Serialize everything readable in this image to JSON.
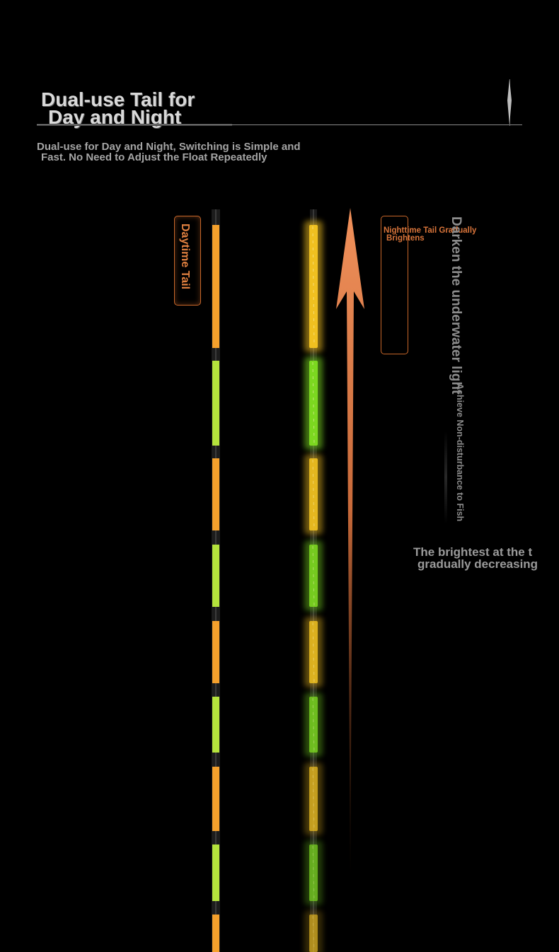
{
  "header": {
    "title_line1": "Dual-use Tail for",
    "title_line2": "Day and Night"
  },
  "subtitle": {
    "line1": "Dual-use for Day and Night, Switching is Simple and",
    "line2": "Fast. No Need to Adjust the Float Repeatedly"
  },
  "labels": {
    "daytime_tail": "Daytime Tail",
    "nighttime_line1": "Nighttime Tail Gradually",
    "nighttime_line2": "Brightens",
    "darken": "Darken the underwater light",
    "achieve": "Achieve Non-disturbance to Fish",
    "brightest_line1": "The brightest at the t",
    "brightest_line2": "gradually decreasing"
  },
  "colors": {
    "orange": "#f4a02c",
    "green": "#b4e23c",
    "night_yellow": "#f0c020",
    "night_green": "#7cd820",
    "arrow": "#e8834a",
    "accent_border": "#c8672a"
  },
  "float_segments": [
    "orange",
    "green",
    "orange",
    "green",
    "orange",
    "green",
    "orange",
    "green",
    "orange"
  ],
  "night_glow_levels": [
    1.0,
    1.0,
    0.85,
    0.8,
    0.75,
    0.65,
    0.55,
    0.5,
    0.4
  ]
}
